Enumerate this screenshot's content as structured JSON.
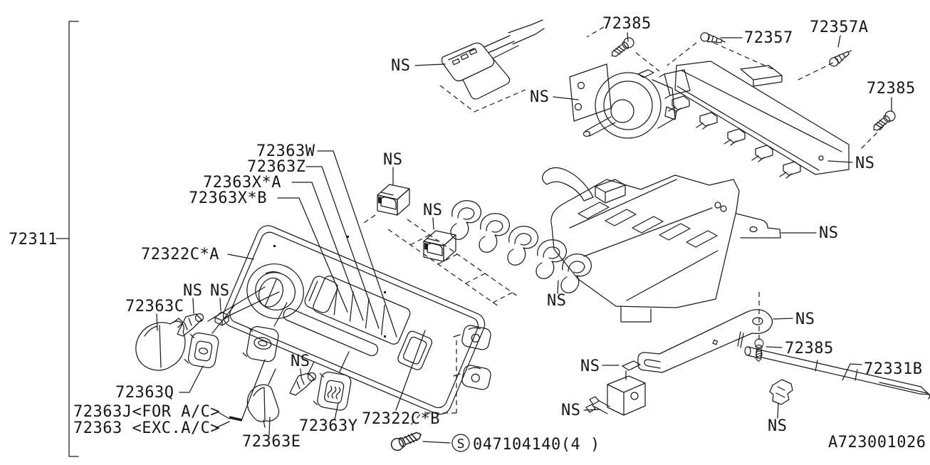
{
  "diagram": {
    "not_supplied": "NS",
    "figure_code": "A723001026",
    "bracket_assembly": "72311",
    "fastener": {
      "symbol": "S",
      "number": "047104140(4 )"
    },
    "parts": {
      "p72385": "72385",
      "p72357": "72357",
      "p72357a": "72357A",
      "p72363w": "72363W",
      "p72363z": "72363Z",
      "p72363x_a": "72363X*A",
      "p72363x_b": "72363X*B",
      "p72322c_a": "72322C*A",
      "p72322c_b": "72322C*B",
      "p72363c": "72363C",
      "p72363q": "72363Q",
      "p72363j_ac": "72363J<FOR A/C>",
      "p72363_exc": "72363 <EXC.A/C>",
      "p72363e": "72363E",
      "p72363y": "72363Y",
      "p72331b": "72331B"
    }
  }
}
